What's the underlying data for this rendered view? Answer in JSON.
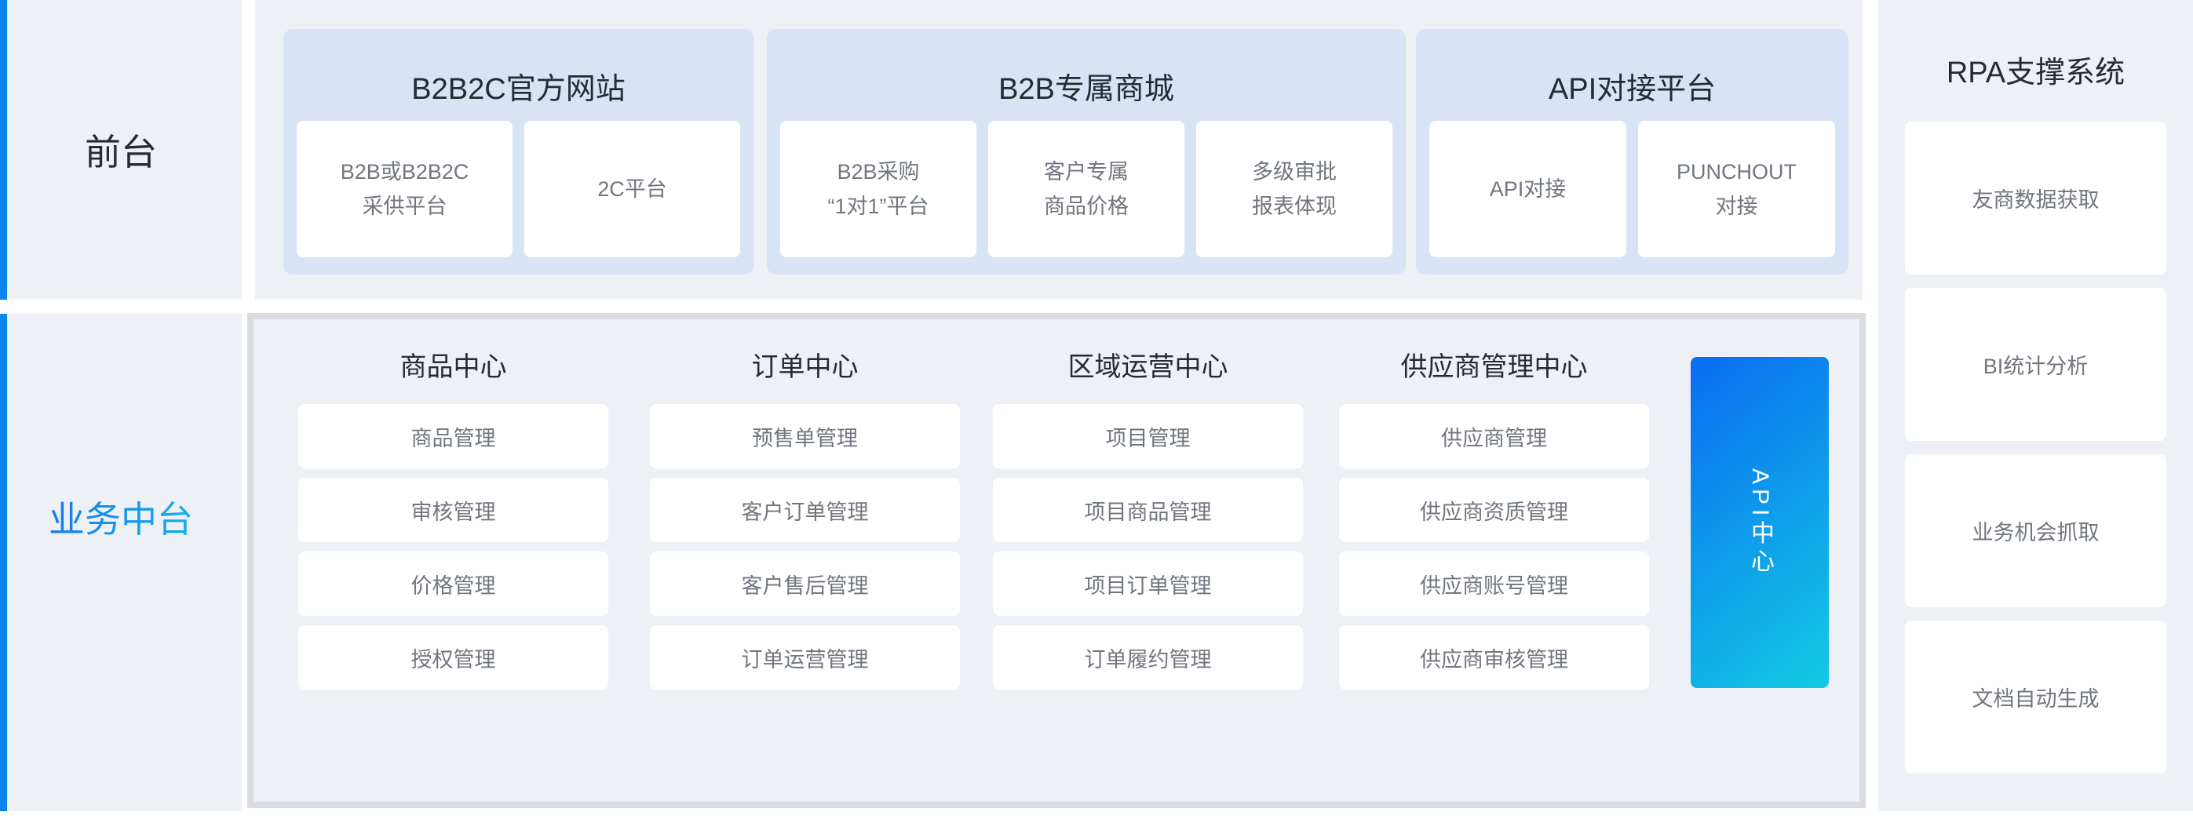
{
  "front_stage": {
    "label": "前台",
    "groups": [
      {
        "title": "B2B2C官方网站",
        "cards": [
          "B2B或B2B2C\n采供平台",
          "2C平台"
        ]
      },
      {
        "title": "B2B专属商城",
        "cards": [
          "B2B采购\n“1对1”平台",
          "客户专属\n商品价格",
          "多级审批\n报表体现"
        ]
      },
      {
        "title": "API对接平台",
        "cards": [
          "API对接",
          "PUNCHOUT\n对接"
        ]
      }
    ]
  },
  "middle_stage": {
    "label": "业务中台",
    "columns": [
      {
        "title": "商品中心",
        "items": [
          "商品管理",
          "审核管理",
          "价格管理",
          "授权管理"
        ]
      },
      {
        "title": "订单中心",
        "items": [
          "预售单管理",
          "客户订单管理",
          "客户售后管理",
          "订单运营管理"
        ]
      },
      {
        "title": "区域运营中心",
        "items": [
          "项目管理",
          "项目商品管理",
          "项目订单管理",
          "订单履约管理"
        ]
      },
      {
        "title": "供应商管理中心",
        "items": [
          "供应商管理",
          "供应商资质管理",
          "供应商账号管理",
          "供应商审核管理"
        ]
      }
    ],
    "api_bar_label": "API中心"
  },
  "rpa": {
    "title": "RPA支撑系统",
    "items": [
      "友商数据获取",
      "BI统计分析",
      "业务机会抓取",
      "文档自动生成"
    ]
  },
  "colors": {
    "accent_blue": "#0c86ef",
    "panel_bg": "#edf1f6",
    "group_panel_bg": "#d8e3f5",
    "section_border": "#d9dce0",
    "card_bg": "#ffffff",
    "title_text": "#262b33",
    "card_text": "#71767e",
    "biz_label_gradient_start": "#1b66f0",
    "biz_label_gradient_end": "#12c4e6",
    "api_bar_gradient_start": "#0a6cf2",
    "api_bar_gradient_end": "#12cbe2"
  }
}
